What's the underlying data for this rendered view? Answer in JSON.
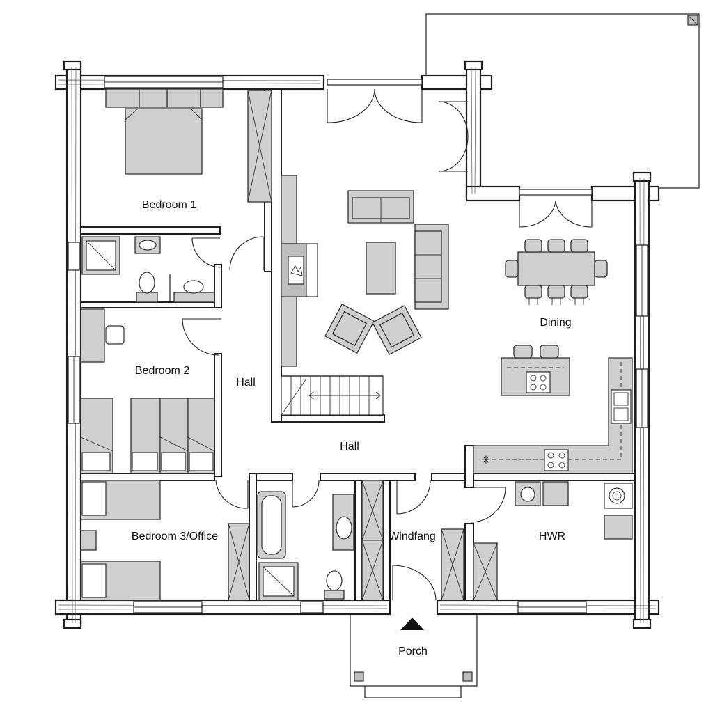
{
  "rooms": {
    "bedroom1": "Bedroom 1",
    "bedroom2": "Bedroom 2",
    "bedroom3": "Bedroom 3/Office",
    "hall_upper": "Hall",
    "hall_lower": "Hall",
    "dining": "Dining",
    "windfang": "Windfang",
    "hwr": "HWR",
    "porch": "Porch"
  },
  "colors": {
    "wall": "#1e1e1e",
    "furniture": "#cfcfcf",
    "background": "#ffffff"
  },
  "icons": [
    "entrance-arrow-icon",
    "fireplace-icon",
    "hob-icon",
    "sink-icon",
    "washing-machine-icon",
    "toilet-icon"
  ]
}
